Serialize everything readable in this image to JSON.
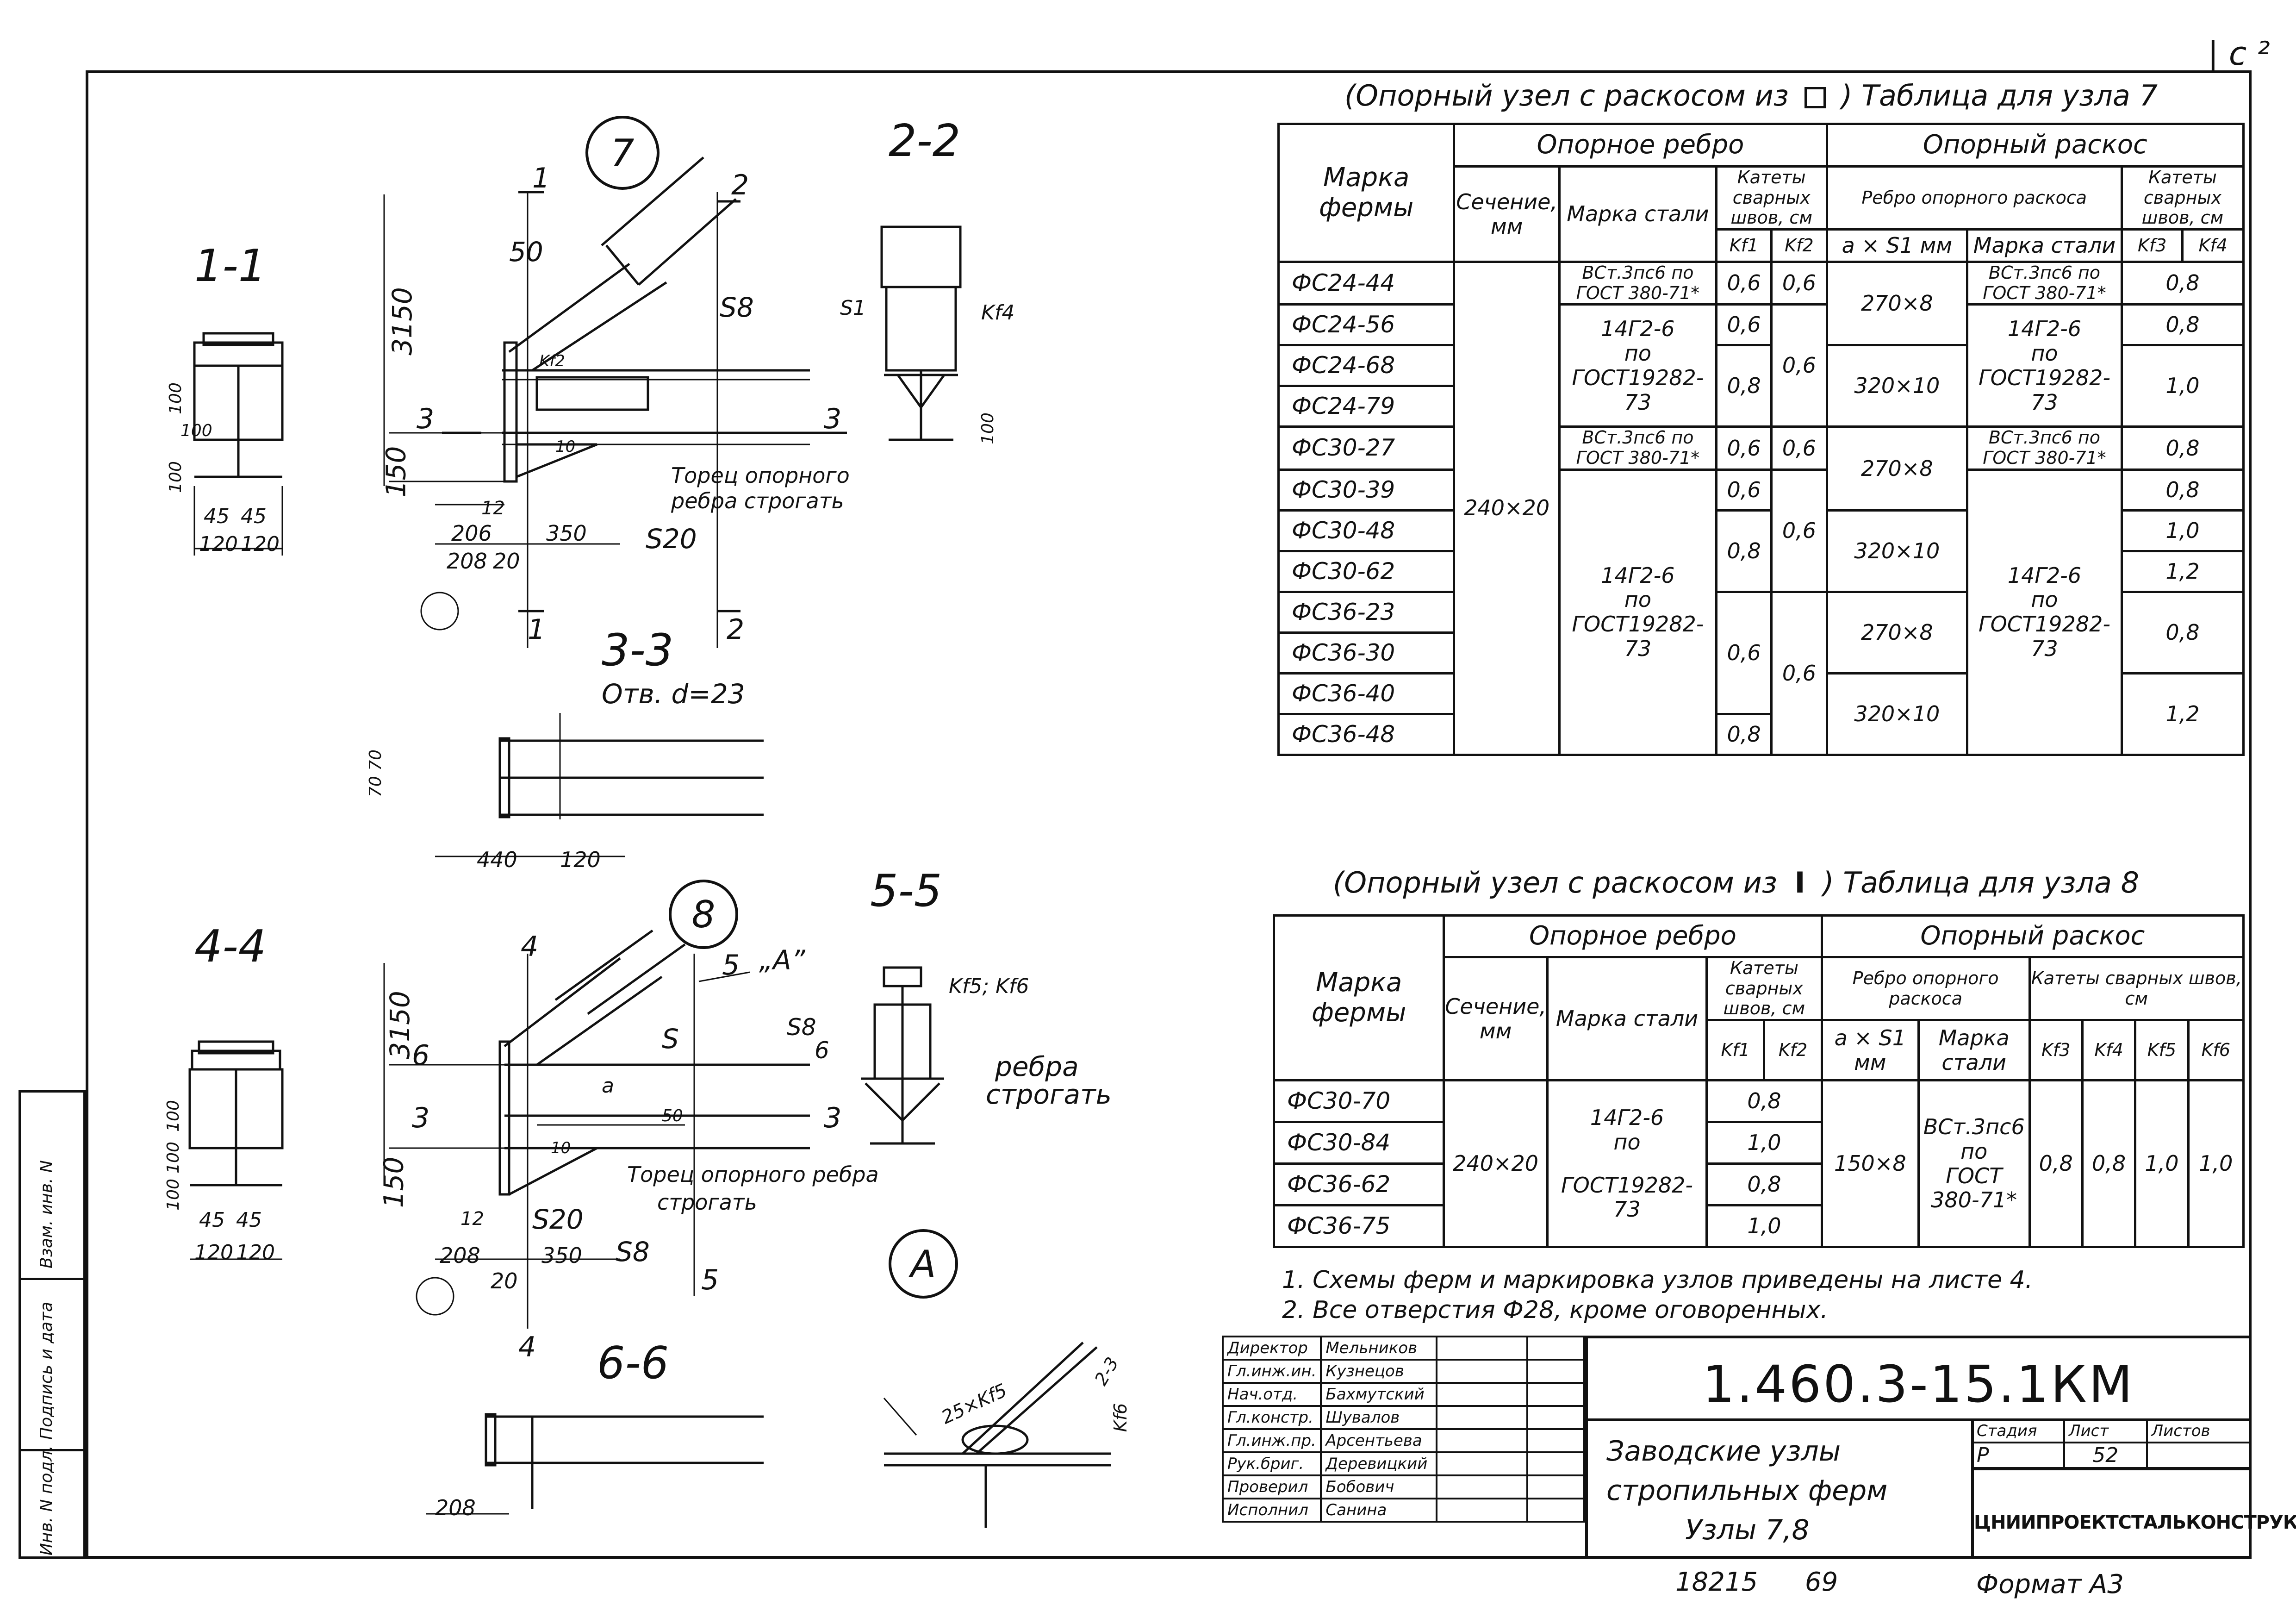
{
  "sheet": {
    "corner_mark": "| с ²",
    "format_label": "Формат А3",
    "bottom_number_1": "18215",
    "bottom_number_2": "69"
  },
  "drawings": {
    "node7": "7",
    "node8": "8",
    "nodeA": "А",
    "sections": [
      "1-1",
      "2-2",
      "3-3",
      "4-4",
      "5-5",
      "6-6"
    ],
    "labels_node7": {
      "dim_3150": "3150",
      "dim_150": "150",
      "dim_50": "50",
      "s8": "S8",
      "s20": "S20",
      "kf_note": "Kf2",
      "torec_1": "Торец опорного",
      "torec_2": "ребра строгать",
      "dim_206": "206",
      "dim_208": "208",
      "dim_20": "20",
      "dim_350": "350",
      "dim_12": "12",
      "sec_1": "1",
      "sec_2": "2",
      "sec_3": "3",
      "dim_10": "10"
    },
    "labels_11": {
      "d100a": "100",
      "d100b": "100",
      "d100c": "100",
      "d45a": "45",
      "d45b": "45",
      "d120a": "120",
      "d120b": "120"
    },
    "labels_22": {
      "s1": "S1",
      "kf4": "Kf4",
      "d100": "100"
    },
    "labels_33": {
      "otv": "Отв. d=23",
      "d7070": "70 70",
      "d440": "440",
      "d120": "120"
    },
    "labels_node8": {
      "dim_3150": "3150",
      "dim_150": "150",
      "A": "„А”",
      "s": "S",
      "s8": "S8",
      "s20": "S20",
      "torec_1": "Торец опорного ребра",
      "torec_2": "строгать",
      "dim_208": "208",
      "dim_20": "20",
      "dim_350": "350",
      "dim_12": "12",
      "sec_3": "3",
      "sec_4": "4",
      "sec_5": "5",
      "sec_6": "6",
      "a": "a",
      "d50": "50",
      "d10": "10"
    },
    "labels_44": {
      "d100a": "100",
      "d100b": "100",
      "d100c": "100",
      "d45a": "45",
      "d45b": "45",
      "d120a": "120",
      "d120b": "120"
    },
    "labels_55": {
      "kf56": "Kf5; Kf6",
      "s8": "S8",
      "s6": "6",
      "s3": "3",
      "reb1": "ребра",
      "reb2": "строгать"
    },
    "labels_66": {
      "d208": "208"
    },
    "labels_A": {
      "k5": "25×Kf5",
      "k6": "Kf6",
      "d23": "2-3"
    }
  },
  "table7": {
    "title_left": "(Опорный узел с раскосом из",
    "title_icon": "□",
    "title_right": ") Таблица для узла 7",
    "headers": {
      "marka_fermy": "Марка фермы",
      "opornoe_rebro": "Опорное ребро",
      "opornyi_raskos": "Опорный раскос",
      "sechenie": "Сечение, мм",
      "marka_stali": "Марка стали",
      "katety_1": "Катеты сварных швов, см",
      "kf1": "Kf1",
      "kf2": "Kf2",
      "rebro_raskosa": "Ребро опорного раскоса",
      "a_s1": "a × S1",
      "mm": "мм",
      "marka_stali_2": "Марка стали",
      "katety_2": "Катеты сварных швов, см",
      "kf3": "Kf3",
      "kf4": "Kf4"
    },
    "marks": [
      "ФС24-44",
      "ФС24-56",
      "ФС24-68",
      "ФС24-79",
      "ФС30-27",
      "ФС30-39",
      "ФС30-48",
      "ФС30-62",
      "ФС36-23",
      "ФС36-30",
      "ФС36-40",
      "ФС36-48"
    ],
    "section": "240×20",
    "steel_a": "ВСт.3пс6 по ГОСТ 380-71*",
    "steel_b1": "14Г2-6",
    "steel_b2": "по",
    "steel_b3": "ГОСТ19282-73",
    "kf1": [
      "0,6",
      "0,6",
      "0,8",
      "0,6",
      "0,6",
      "0,8",
      "0,6",
      "0,8"
    ],
    "kf2": [
      "0,6",
      "0,6",
      "0,6",
      "0,6",
      "0,6"
    ],
    "axs": [
      "270×8",
      "320×10",
      "270×8",
      "320×10",
      "270×8",
      "320×10"
    ],
    "kf34": [
      "0,8",
      "0,8",
      "1,0",
      "0,8",
      "0,8",
      "1,0",
      "1,2",
      "0,8",
      "1,2"
    ]
  },
  "table8": {
    "title_left": "(Опорный узел с раскосом из",
    "title_icon": "I",
    "title_right": ") Таблица для узла 8",
    "headers": {
      "marka_fermy": "Марка фермы",
      "opornoe_rebro": "Опорное ребро",
      "opornyi_raskos": "Опорный раскос",
      "sechenie": "Сечение, мм",
      "marka_stali": "Марка стали",
      "katety": "Катеты сварных швов, см",
      "kf1": "Kf1",
      "kf2": "Kf2",
      "rebro_raskosa": "Ребро опорного раскоса",
      "a_s1": "a × S1",
      "mm": "мм",
      "marka_stali_2": "Марка стали",
      "katety_2": "Катеты сварных швов, см",
      "kf3": "Kf3",
      "kf4": "Kf4",
      "kf5": "Kf5",
      "kf6": "Kf6"
    },
    "marks": [
      "ФС30-70",
      "ФС30-84",
      "ФС36-62",
      "ФС36-75"
    ],
    "section": "240×20",
    "steel_1": "14Г2-6",
    "steel_2": "по",
    "steel_3": "ГОСТ19282-73",
    "kf12": [
      "0,8",
      "1,0",
      "0,8",
      "1,0"
    ],
    "axs": "150×8",
    "steel_r1": "ВСт.3пс6",
    "steel_r2": "по",
    "steel_r3": "ГОСТ",
    "steel_r4": "380-71*",
    "kf3": "0,8",
    "kf4": "0,8",
    "kf5": "1,0",
    "kf6": "1,0"
  },
  "notes": [
    "1.  Схемы ферм и маркировка узлов приведены на листе 4.",
    "2.  Все отверстия Ф28, кроме оговоренных."
  ],
  "titleblock": {
    "code": "1.460.3-15.1КМ",
    "title_1": "Заводские узлы",
    "title_2": "стропильных ферм",
    "title_3": "Узлы 7,8",
    "stadia_lbl": "Стадия",
    "list_lbl": "Лист",
    "listov_lbl": "Листов",
    "stadia": "Р",
    "list": "52",
    "listov": "",
    "org": "ЦНИИПРОЕКТСТАЛЬКОНСТРУКЦИЯ",
    "people": [
      {
        "role": "Директор",
        "name": "Мельников"
      },
      {
        "role": "Гл.инж.ин.",
        "name": "Кузнецов"
      },
      {
        "role": "Нач.отд.",
        "name": "Бахмутский"
      },
      {
        "role": "Гл.констр.",
        "name": "Шувалов"
      },
      {
        "role": "Гл.инж.пр.",
        "name": "Арсентьева"
      },
      {
        "role": "Рук.бриг.",
        "name": "Деревицкий"
      },
      {
        "role": "Проверил",
        "name": "Бобович"
      },
      {
        "role": "Исполнил",
        "name": "Санина"
      }
    ]
  },
  "side_strip": {
    "vzam": "Взам. инв. N",
    "podp": "Подпись и дата",
    "inv": "Инв. N подл."
  }
}
